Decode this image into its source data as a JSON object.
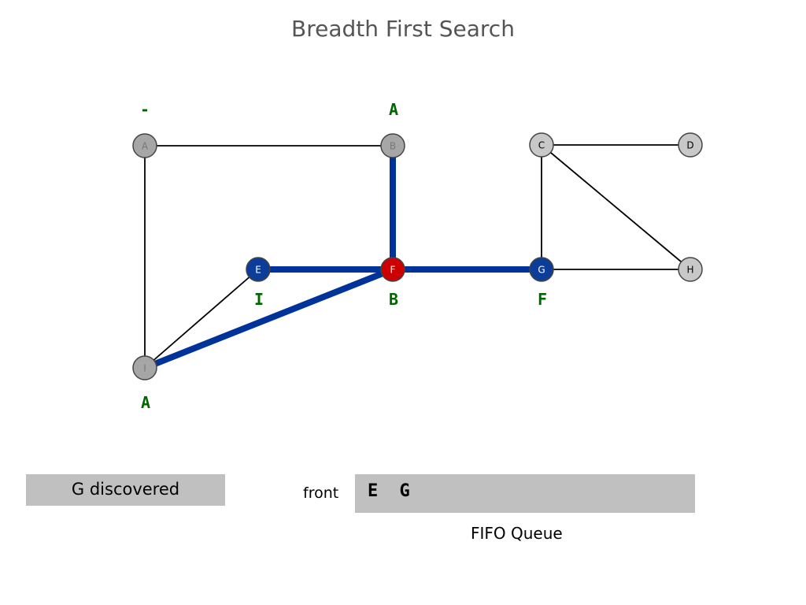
{
  "title": "Breadth First Search",
  "colors": {
    "tree_edge": "#003399",
    "edge": "#000000",
    "unvisited": "#c8c8c8",
    "visited": "#a6a6a6",
    "current": "#cc0000",
    "discovered": "#0b3d99",
    "parent_label": "#006600"
  },
  "nodes": [
    {
      "id": "A",
      "label": "A",
      "state": "visited",
      "parent": "-"
    },
    {
      "id": "B",
      "label": "B",
      "state": "visited",
      "parent": "A"
    },
    {
      "id": "C",
      "label": "C",
      "state": "unvisited",
      "parent": ""
    },
    {
      "id": "D",
      "label": "D",
      "state": "unvisited",
      "parent": ""
    },
    {
      "id": "E",
      "label": "E",
      "state": "discovered",
      "parent": "I"
    },
    {
      "id": "F",
      "label": "F",
      "state": "current",
      "parent": "B"
    },
    {
      "id": "G",
      "label": "G",
      "state": "discovered",
      "parent": "F"
    },
    {
      "id": "H",
      "label": "H",
      "state": "unvisited",
      "parent": ""
    },
    {
      "id": "I",
      "label": "I",
      "state": "visited",
      "parent": "A"
    }
  ],
  "edges": [
    {
      "from": "A",
      "to": "B",
      "tree": false
    },
    {
      "from": "A",
      "to": "I",
      "tree": false
    },
    {
      "from": "B",
      "to": "F",
      "tree": true
    },
    {
      "from": "E",
      "to": "F",
      "tree": true
    },
    {
      "from": "E",
      "to": "I",
      "tree": false
    },
    {
      "from": "F",
      "to": "I",
      "tree": true
    },
    {
      "from": "F",
      "to": "G",
      "tree": true
    },
    {
      "from": "C",
      "to": "G",
      "tree": false
    },
    {
      "from": "C",
      "to": "D",
      "tree": false
    },
    {
      "from": "C",
      "to": "H",
      "tree": false
    },
    {
      "from": "G",
      "to": "H",
      "tree": false
    }
  ],
  "status": "G discovered",
  "queue": {
    "front_label": "front",
    "items": [
      "E",
      "G"
    ],
    "caption": "FIFO Queue"
  }
}
